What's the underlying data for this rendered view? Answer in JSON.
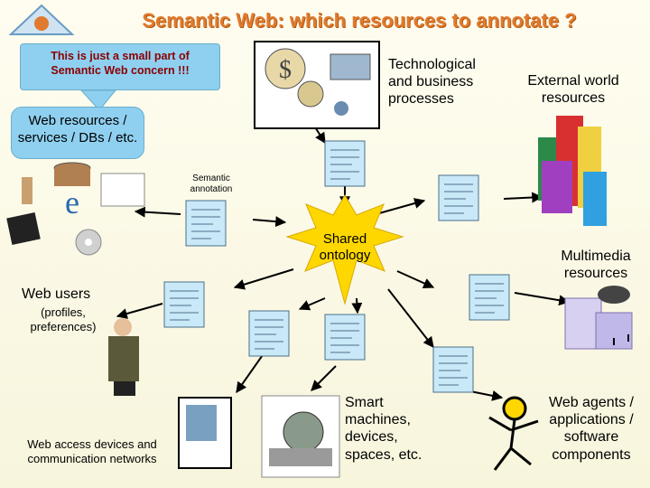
{
  "title": "Semantic Web: which resources to annotate ?",
  "callout": {
    "line1": "This is just a small part of",
    "line2": "Semantic Web concern !!!"
  },
  "web_resources": {
    "line1": "Web resources /",
    "line2": "services / DBs / etc."
  },
  "technological": {
    "line1": "Technological",
    "line2": "and business",
    "line3": "processes"
  },
  "external": {
    "line1": "External world",
    "line2": "resources"
  },
  "semantic_annotation": {
    "line1": "Semantic",
    "line2": "annotation"
  },
  "shared_ontology": {
    "line1": "Shared",
    "line2": "ontology"
  },
  "multimedia": {
    "line1": "Multimedia",
    "line2": "resources"
  },
  "web_users": {
    "line1": "Web users",
    "line2": "(profiles,",
    "line3": "preferences)"
  },
  "web_access": {
    "line1": "Web access devices and",
    "line2": "communication networks"
  },
  "smart": {
    "line1": "Smart",
    "line2": "machines,",
    "line3": "devices,",
    "line4": "spaces, etc."
  },
  "agents": {
    "line1": "Web agents /",
    "line2": "applications /",
    "line3": "software",
    "line4": "components"
  },
  "colors": {
    "title": "#e07a2e",
    "callout_bg": "#8fd0f0",
    "callout_text": "#8b0000",
    "star": "#ffd700",
    "page_doc": "#c9e8f8"
  }
}
